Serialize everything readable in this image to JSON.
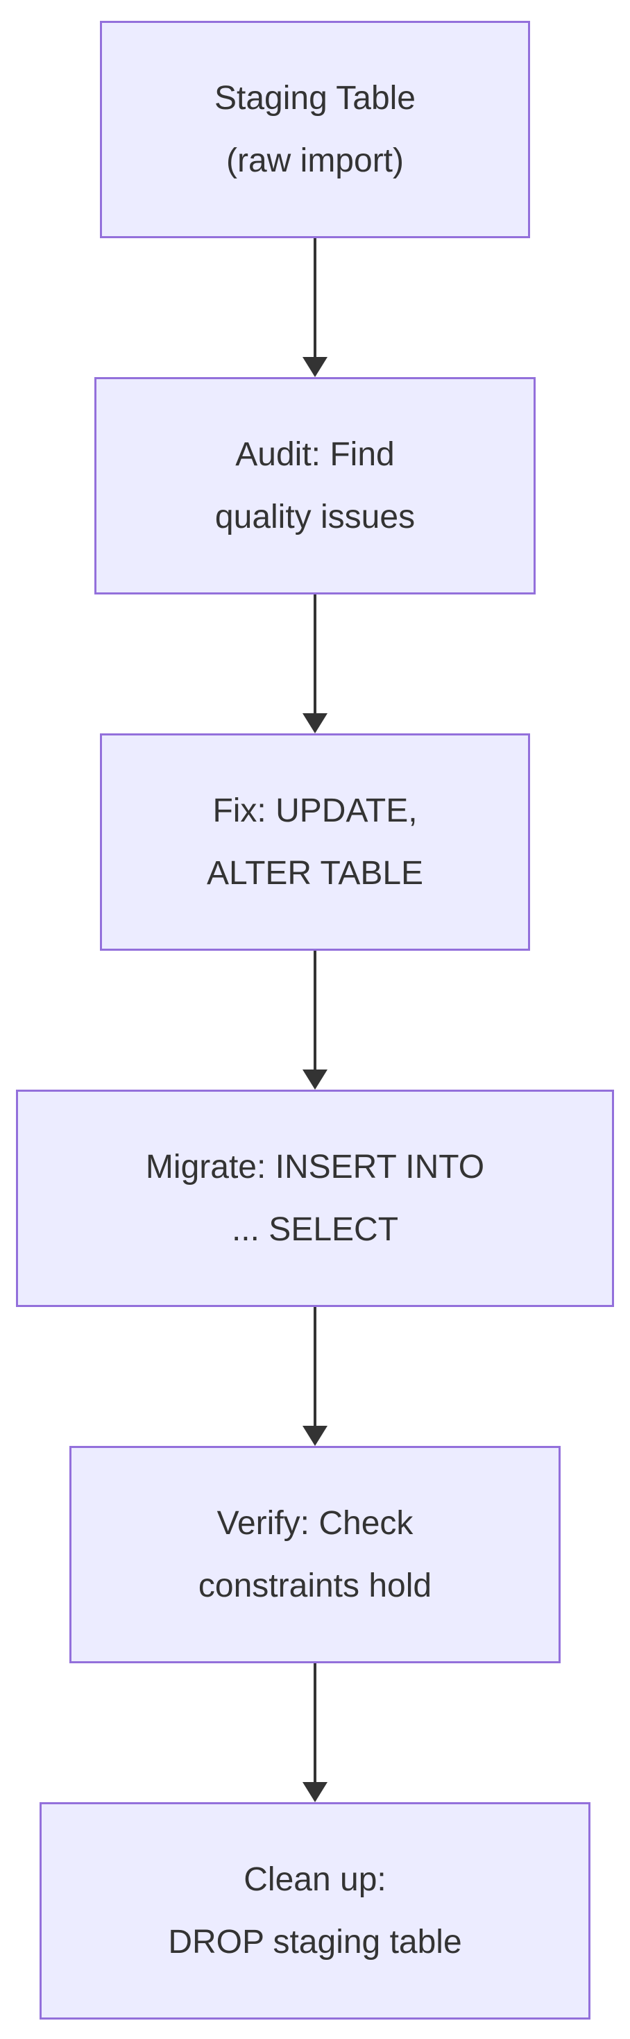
{
  "diagram": {
    "type": "flowchart",
    "direction": "top-down",
    "colors": {
      "node_fill": "#ECECFF",
      "node_border": "#9370DB",
      "text": "#333333",
      "arrow": "#333333",
      "background": "#ffffff"
    },
    "nodes": [
      {
        "id": "staging",
        "lines": [
          "Staging Table",
          "(raw import)"
        ]
      },
      {
        "id": "audit",
        "lines": [
          "Audit: Find",
          "quality issues"
        ]
      },
      {
        "id": "fix",
        "lines": [
          "Fix: UPDATE,",
          "ALTER TABLE"
        ]
      },
      {
        "id": "migrate",
        "lines": [
          "Migrate: INSERT INTO",
          "... SELECT"
        ]
      },
      {
        "id": "verify",
        "lines": [
          "Verify: Check",
          "constraints hold"
        ]
      },
      {
        "id": "cleanup",
        "lines": [
          "Clean up:",
          "DROP staging table"
        ]
      }
    ],
    "edges": [
      {
        "from": "staging",
        "to": "audit"
      },
      {
        "from": "audit",
        "to": "fix"
      },
      {
        "from": "fix",
        "to": "migrate"
      },
      {
        "from": "migrate",
        "to": "verify"
      },
      {
        "from": "verify",
        "to": "cleanup"
      }
    ]
  }
}
